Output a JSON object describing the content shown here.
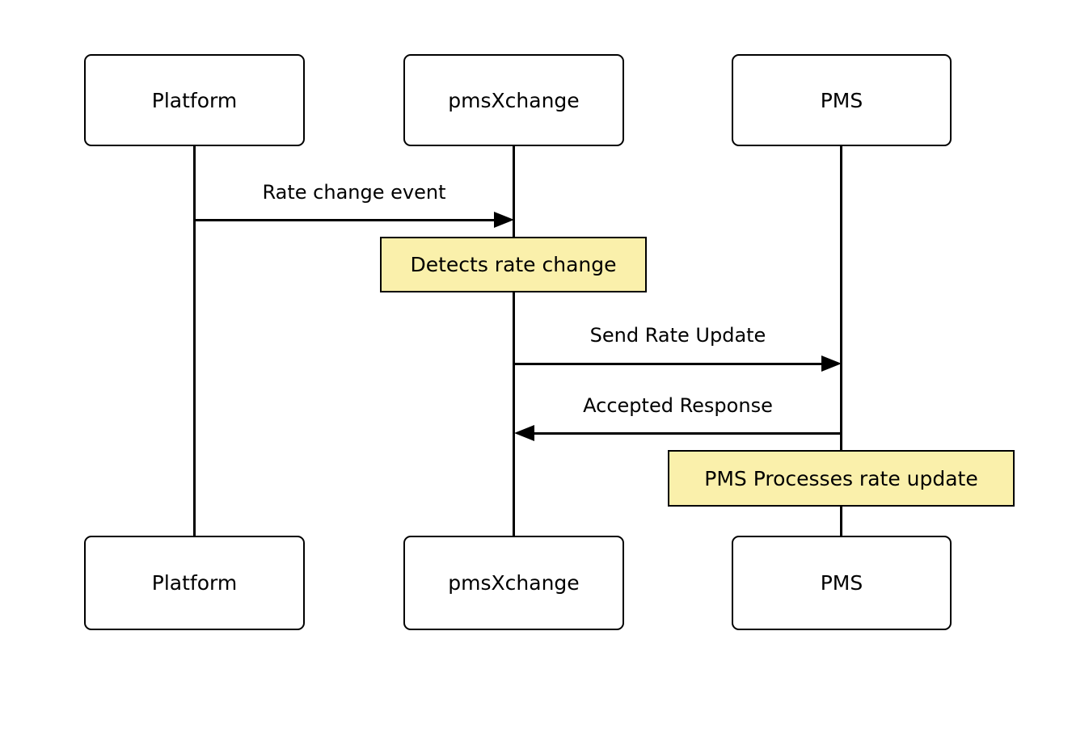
{
  "diagram": {
    "type": "sequence",
    "actors": [
      {
        "id": "platform",
        "label": "Platform"
      },
      {
        "id": "pmsxchange",
        "label": "pmsXchange"
      },
      {
        "id": "pms",
        "label": "PMS"
      }
    ],
    "messages": [
      {
        "from": "platform",
        "to": "pmsxchange",
        "label": "Rate change event",
        "direction": "right",
        "line_style": "solid"
      },
      {
        "from": "pmsxchange",
        "to": "pms",
        "label": "Send Rate Update",
        "direction": "right",
        "line_style": "solid"
      },
      {
        "from": "pms",
        "to": "pmsxchange",
        "label": "Accepted Response",
        "direction": "left",
        "line_style": "solid"
      }
    ],
    "notes": [
      {
        "over": "pmsxchange",
        "label": "Detects rate change"
      },
      {
        "over": "pms",
        "label": "PMS Processes rate update"
      }
    ],
    "colors": {
      "background": "#ffffff",
      "line": "#000000",
      "actor_fill": "#ffffff",
      "note_fill": "#faf0ab",
      "note_border": "#000000",
      "text": "#000000"
    }
  }
}
